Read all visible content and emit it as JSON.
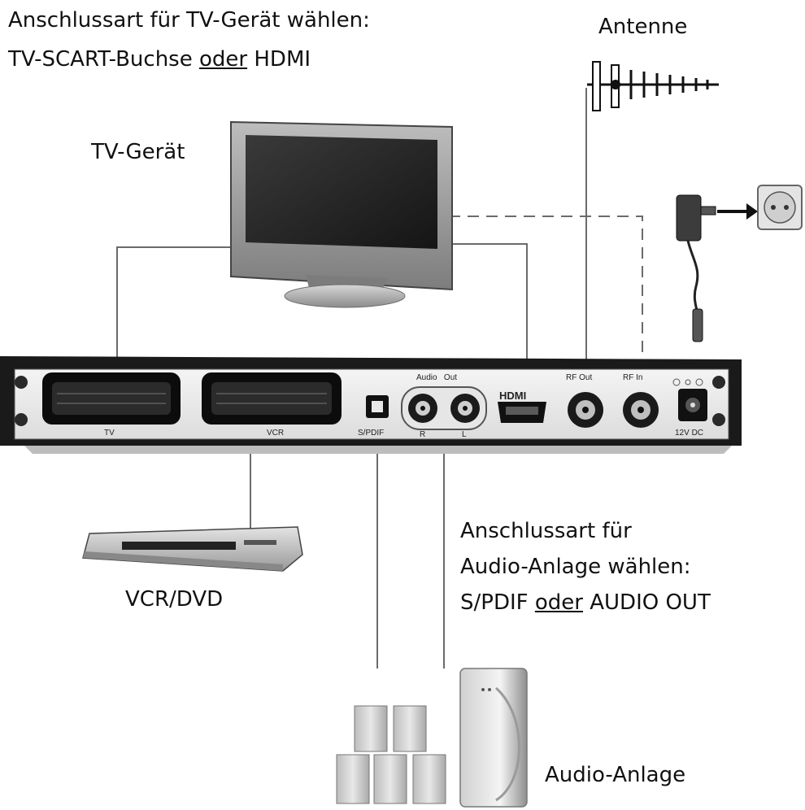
{
  "labels": {
    "tv_instruction_line1": "Anschlussart für TV-Gerät wählen:",
    "tv_instruction_line2_a": "TV-SCART-Buchse ",
    "tv_instruction_line2_or": "oder",
    "tv_instruction_line2_b": " HDMI",
    "antenna": "Antenne",
    "tv_device": "TV-Gerät",
    "vcr_dvd": "VCR/DVD",
    "audio_instruction_line1": "Anschlussart für",
    "audio_instruction_line2": "Audio-Anlage wählen:",
    "audio_instruction_line3_a": "S/PDIF ",
    "audio_instruction_line3_or": "oder",
    "audio_instruction_line3_b": " AUDIO OUT",
    "audio_system": "Audio-Anlage"
  },
  "panel": {
    "tv": "TV",
    "vcr": "VCR",
    "spdif": "S/PDIF",
    "audio_out": "Audio   Out",
    "r": "R",
    "l": "L",
    "hdmi": "HDMI",
    "rf_out": "RF Out",
    "rf_in": "RF In",
    "dc": "12V DC"
  },
  "colors": {
    "cable": "#6b6b6b",
    "device_dark": "#1a1a1a",
    "device_mid": "#8a8a8a",
    "device_light": "#d9d9d9"
  }
}
